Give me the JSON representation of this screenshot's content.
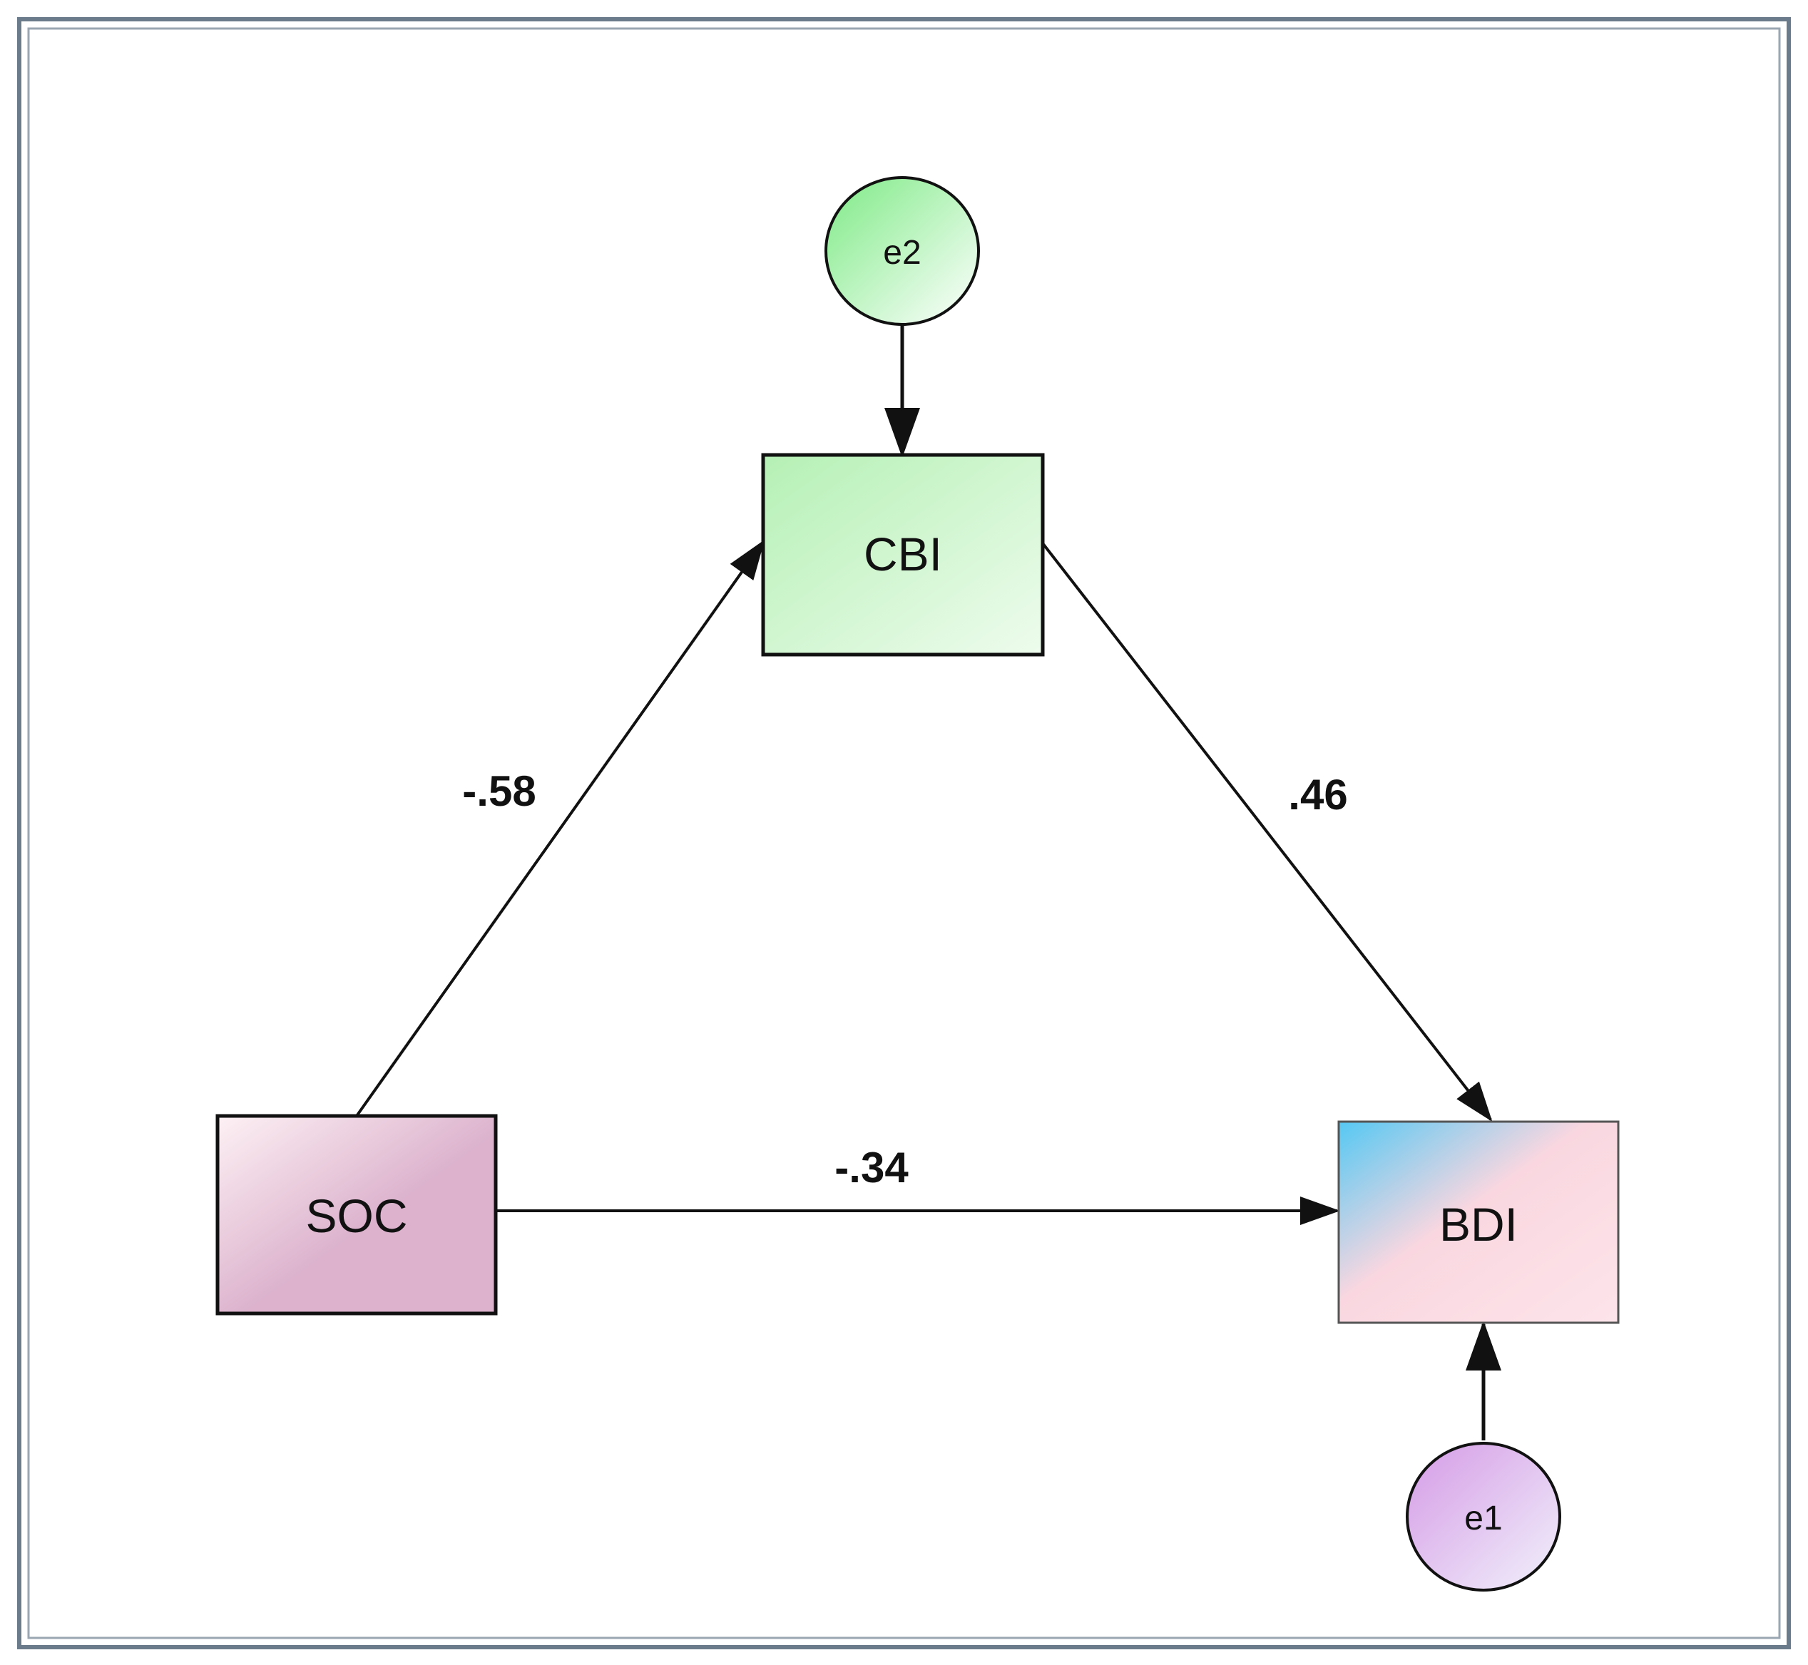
{
  "diagram": {
    "nodes": {
      "e2": {
        "label": "e2",
        "shape": "ellipse",
        "fill_from": "#7eea86",
        "fill_to": "#ffffff"
      },
      "cbi": {
        "label": "CBI",
        "shape": "rect",
        "fill_from": "#b5f0b5",
        "fill_to": "#eefced"
      },
      "soc": {
        "label": "SOC",
        "shape": "rect",
        "fill_from": "#fdf1f4",
        "fill_to": "#dcb2cd"
      },
      "bdi": {
        "label": "BDI",
        "shape": "rect",
        "fill_from": "#55c8f3",
        "fill_to": "#fde4ea"
      },
      "e1": {
        "label": "e1",
        "shape": "ellipse",
        "fill_from": "#d59be6",
        "fill_to": "#f1f1fb"
      }
    },
    "paths": {
      "e2_cbi": {
        "from": "e2",
        "to": "cbi",
        "label": ""
      },
      "soc_cbi": {
        "from": "soc",
        "to": "cbi",
        "label": "-.58"
      },
      "cbi_bdi": {
        "from": "cbi",
        "to": "bdi",
        "label": ".46"
      },
      "soc_bdi": {
        "from": "soc",
        "to": "bdi",
        "label": "-.34"
      },
      "e1_bdi": {
        "from": "e1",
        "to": "bdi",
        "label": ""
      }
    },
    "colors": {
      "frame_outer": "#6b7b8c",
      "frame_inner": "#9aa6b2",
      "stroke": "#111111"
    }
  }
}
